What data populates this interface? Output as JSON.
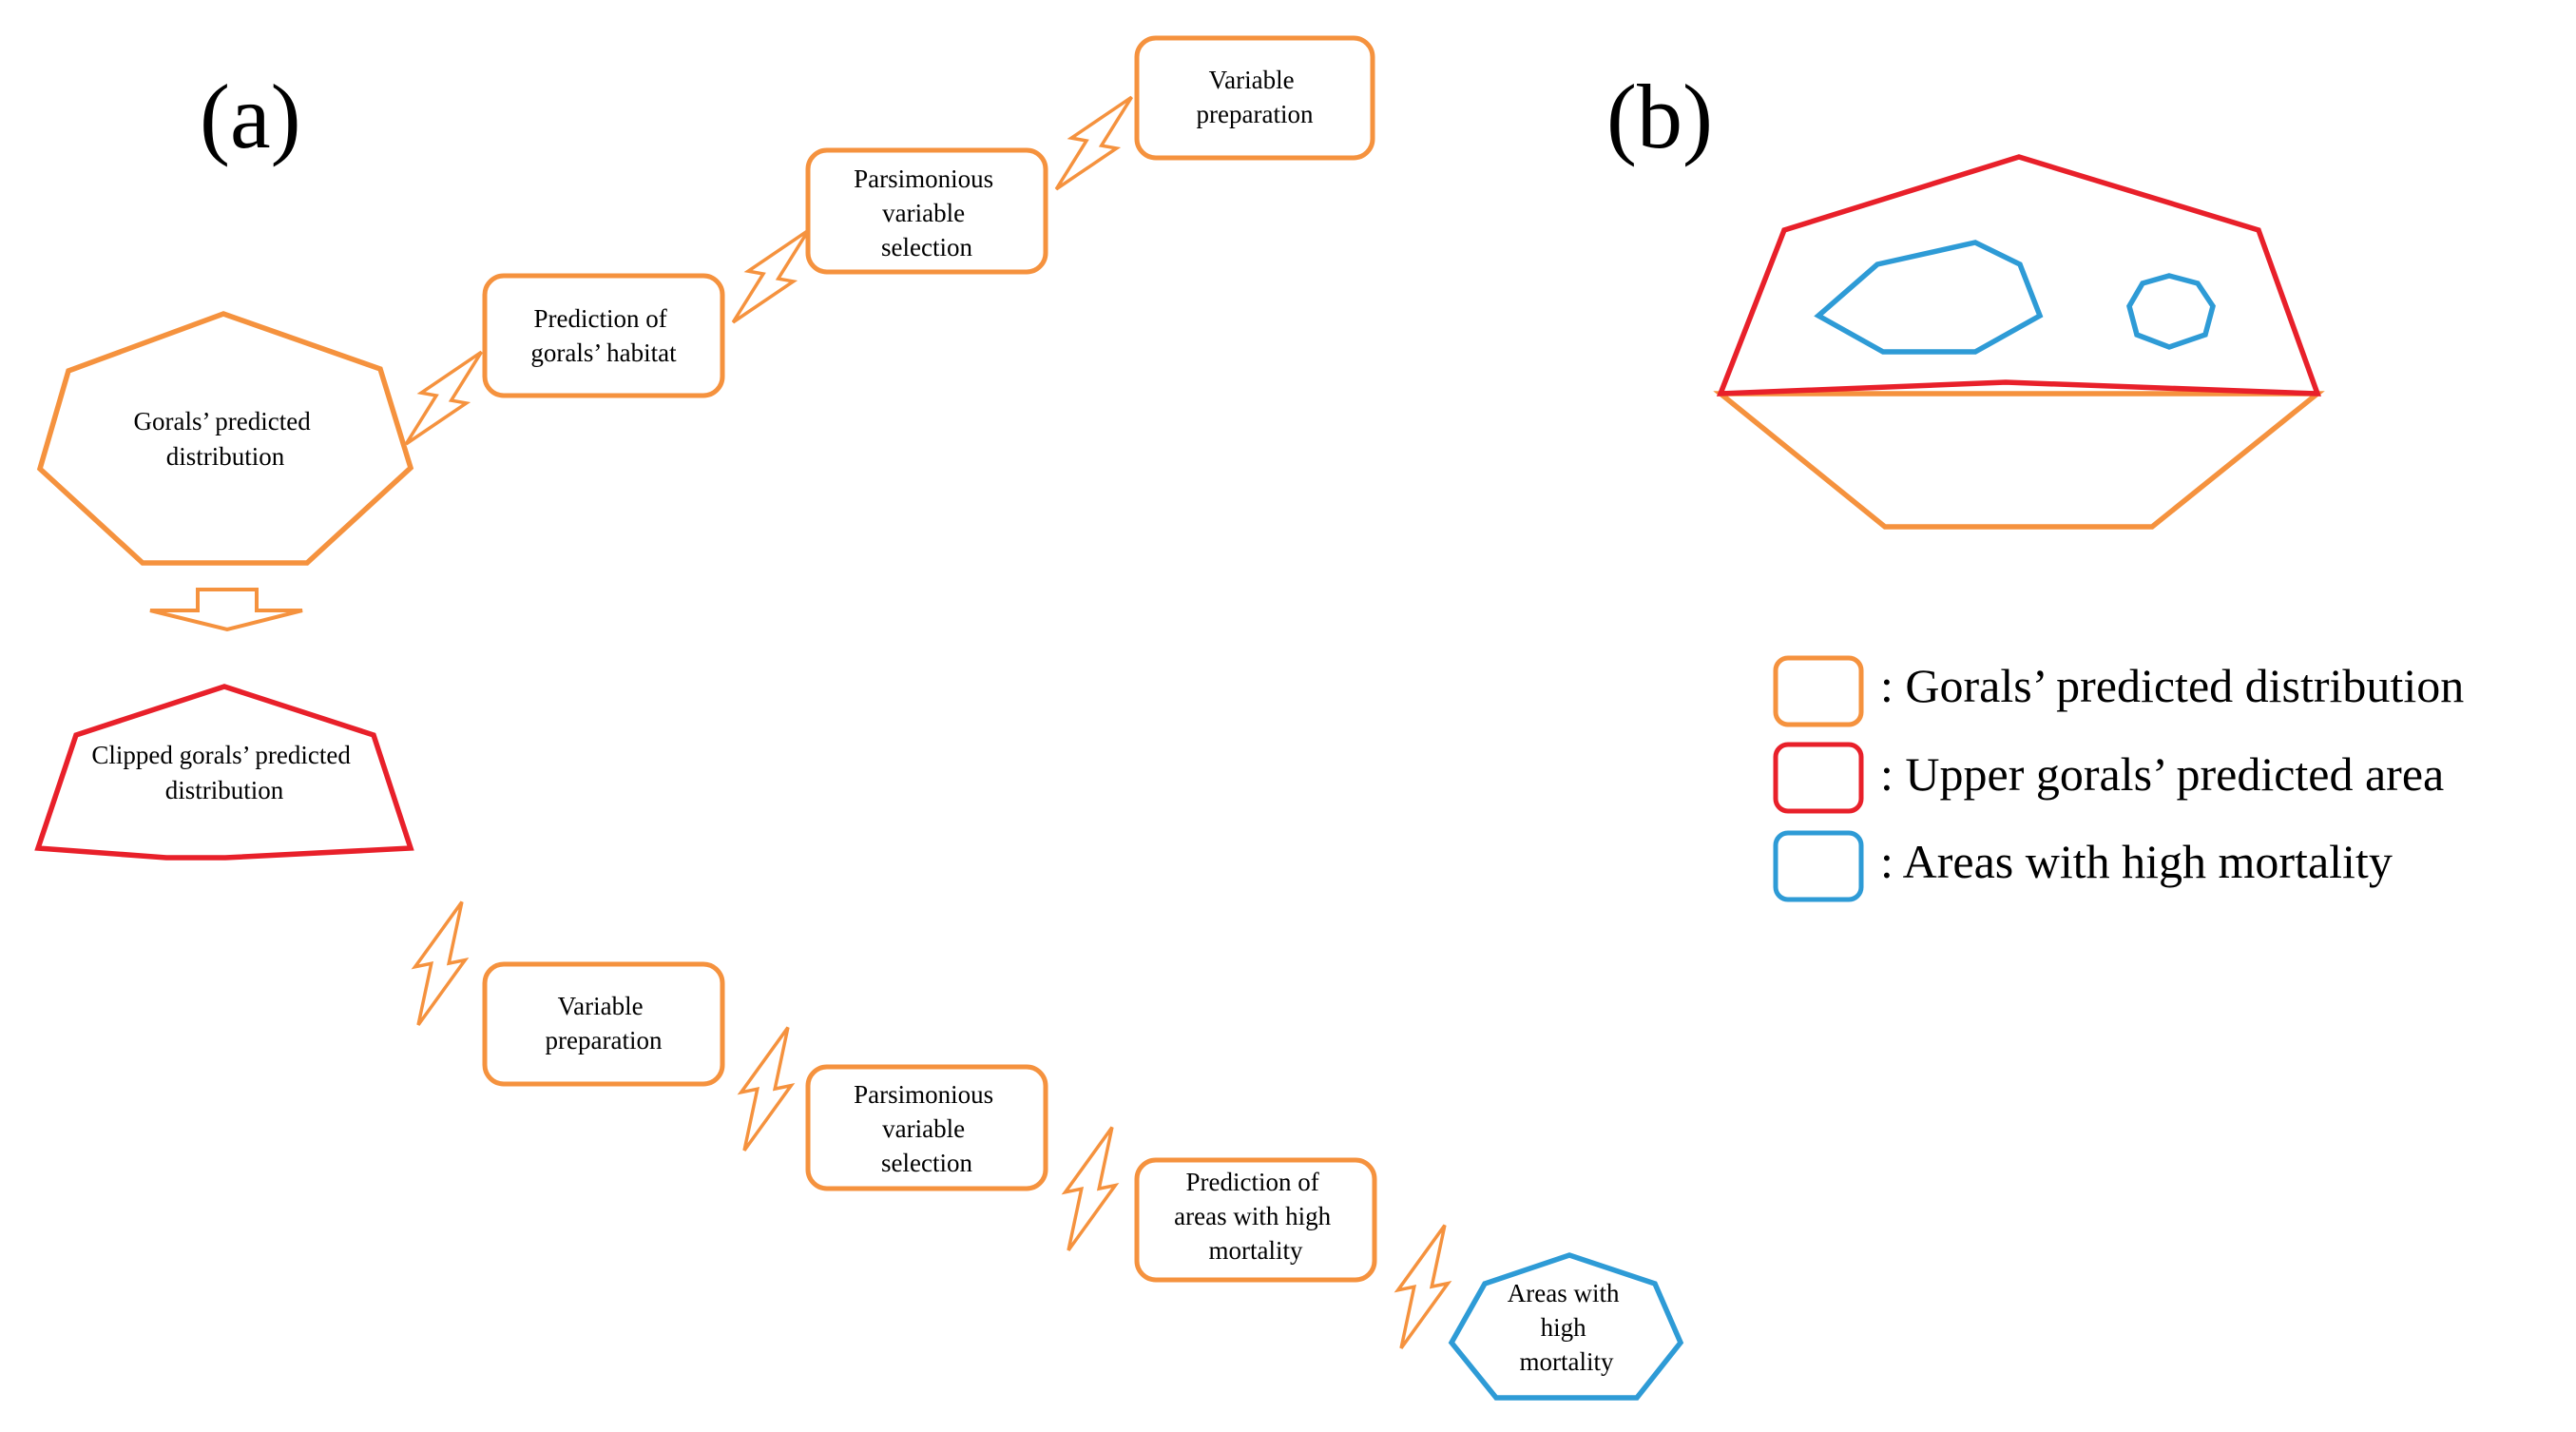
{
  "panel_a": {
    "label": "(a)",
    "steps": {
      "top_variable_preparation": [
        "Variable",
        "preparation"
      ],
      "top_parsimonious": [
        "Parsimonious",
        "variable",
        "selection"
      ],
      "top_prediction": [
        "Prediction of",
        "gorals’ habitat"
      ],
      "gorals_distribution": [
        "Gorals’ predicted",
        "distribution"
      ],
      "clipped_distribution": [
        "Clipped gorals’ predicted",
        "distribution"
      ],
      "bottom_variable_preparation": [
        "Variable",
        "preparation"
      ],
      "bottom_parsimonious": [
        "Parsimonious",
        "variable",
        "selection"
      ],
      "bottom_prediction": [
        "Prediction of",
        "areas with high",
        "mortality"
      ],
      "areas_high_mortality": [
        "Areas with",
        "high",
        "mortality"
      ]
    }
  },
  "panel_b": {
    "label": "(b)",
    "legend": [
      {
        "text": ": Gorals’ predicted distribution",
        "color": "#F5923E"
      },
      {
        "text": ": Upper gorals’ predicted area",
        "color": "#E8202A"
      },
      {
        "text": ": Areas with high mortality",
        "color": "#2E9BD6"
      }
    ]
  },
  "colors": {
    "orange": "#F5923E",
    "red": "#E8202A",
    "blue": "#2E9BD6"
  }
}
